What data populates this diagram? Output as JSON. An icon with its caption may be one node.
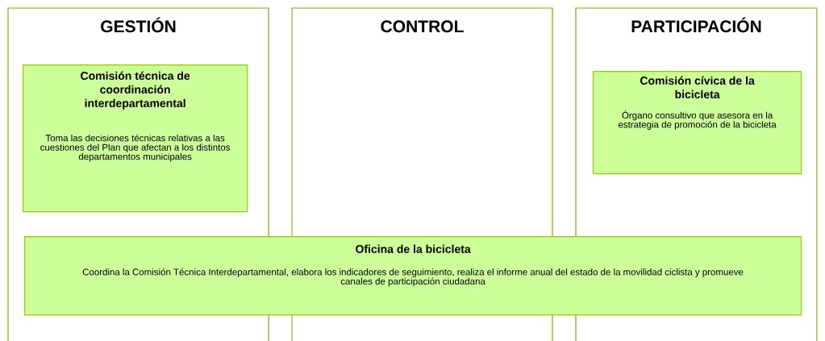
{
  "diagram": {
    "nodes": [
      {
        "text": [
          "GESTIÓN"
        ]
      },
      {
        "text": [
          "Comisión técnica de coordinación interdepartamental",
          "Toma las decisiones técnicas relativas a las cuestiones del Plan que afectan a los distintos departamentos municipales"
        ],
        "in": 0
      },
      {
        "text": [
          "CONTROL"
        ]
      },
      {
        "text": [
          "PARTICIPACIÓN"
        ]
      },
      {
        "text": [
          "Comisión cívica de la bicicleta",
          "Órgano consultivo que asesora en la estrategia de promoción de la bicicleta"
        ],
        "in": 3
      },
      {
        "text": [
          "Oficina de la bicicleta",
          "Coordina la Comisión Técnica Interdepartamental, elabora los indicadores de seguimiento, realiza el informe anual del estado de la movilidad ciclista y promueve canales de participación ciudadana"
        ]
      }
    ],
    "edges": []
  }
}
